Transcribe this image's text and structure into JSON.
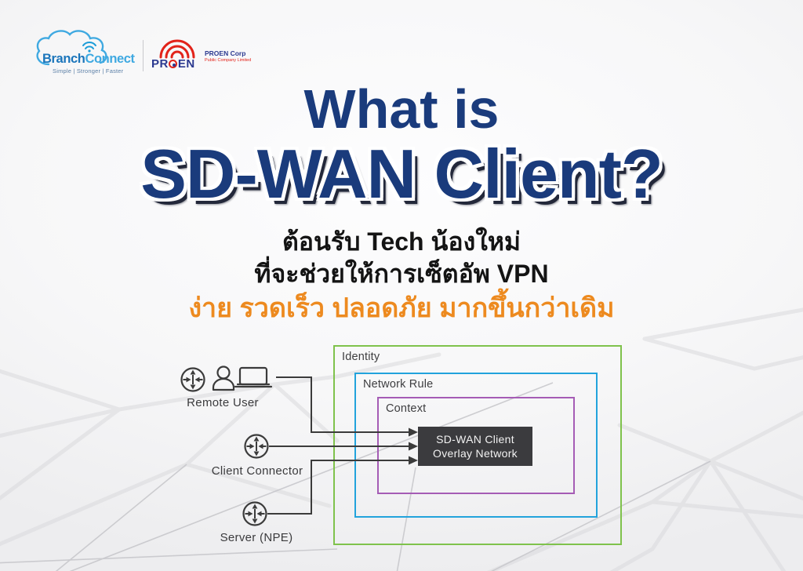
{
  "logos": {
    "branchconnect": {
      "part1": "Branch",
      "part2": "Connect",
      "tagline": "Simple | Stronger | Faster"
    },
    "proen": {
      "wordmark_left": "PR",
      "wordmark_right": "EN",
      "name": "PROEN Corp",
      "subtitle": "Public Company Limited"
    }
  },
  "title": {
    "line1": "What is",
    "line2": "SD-WAN Client?"
  },
  "subtitle": {
    "line1": "ต้อนรับ Tech น้องใหม่",
    "line2": "ที่จะช่วยให้การเซ็ตอัพ VPN",
    "line3": "ง่าย รวดเร็ว ปลอดภัย มากขึ้นกว่าเดิม"
  },
  "diagram": {
    "nodes": [
      {
        "label": "Remote User"
      },
      {
        "label": "Client Connector"
      },
      {
        "label": "Server (NPE)"
      }
    ],
    "boxes": [
      {
        "label": "Identity",
        "border_color": "#7FC24C"
      },
      {
        "label": "Network Rule",
        "border_color": "#22A3DC"
      },
      {
        "label": "Context",
        "border_color": "#A55CB5"
      }
    ],
    "core": {
      "line1": "SD-WAN Client",
      "line2": "Overlay Network",
      "bg_color": "#3B3B3E"
    }
  },
  "colors": {
    "title_navy": "#1A3B7C",
    "accent_orange": "#ED8A1F",
    "text_black": "#141414"
  }
}
